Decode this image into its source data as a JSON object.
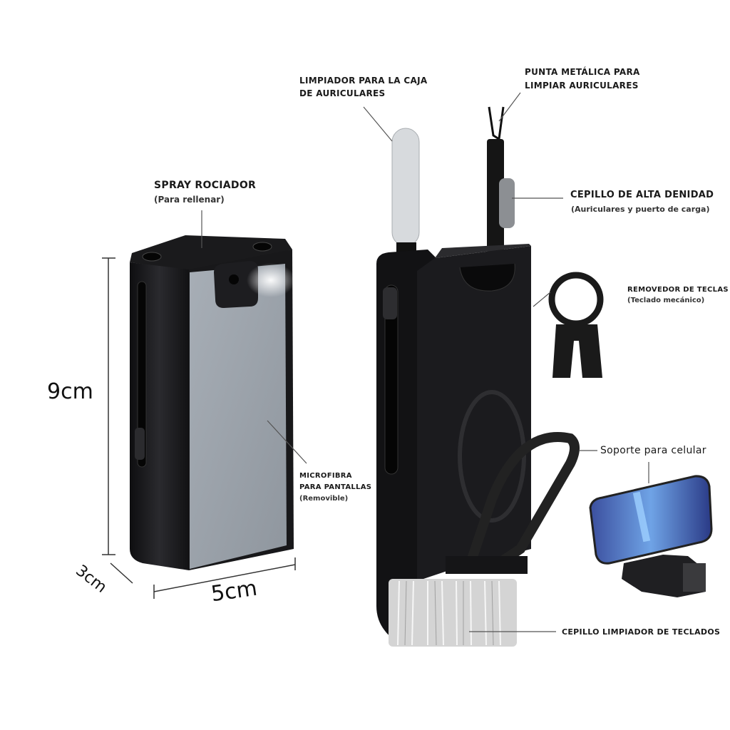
{
  "labels": {
    "spray_title": "SPRAY ROCIADOR",
    "spray_sub": "(Para rellenar)",
    "case_cleaner_line1": "LIMPIADOR PARA LA CAJA",
    "case_cleaner_line2": "DE AURICULARES",
    "metal_tip_line1": "PUNTA METÁLICA PARA",
    "metal_tip_line2": "LIMPIAR AURICULARES",
    "brush_title": "CEPILLO DE ALTA DENIDAD",
    "brush_sub": "(Auriculares y puerto de carga)",
    "key_remover_title": "REMOVEDOR DE TECLAS",
    "key_remover_sub": "(Teclado mecánico)",
    "microfiber_line1": "MICROFIBRA",
    "microfiber_line2": "PARA PANTALLAS",
    "microfiber_sub": "(Removible)",
    "phone_stand": "Soporte para celular",
    "keyboard_brush": "CEPILLO LIMPIADOR DE TECLADOS"
  },
  "dimensions": {
    "height": "9cm",
    "depth": "3cm",
    "width": "5cm"
  },
  "colors": {
    "body": "#1c1c1e",
    "pad": "#9ea5ad",
    "bristle": "#d9d9d9",
    "line": "#555555"
  }
}
